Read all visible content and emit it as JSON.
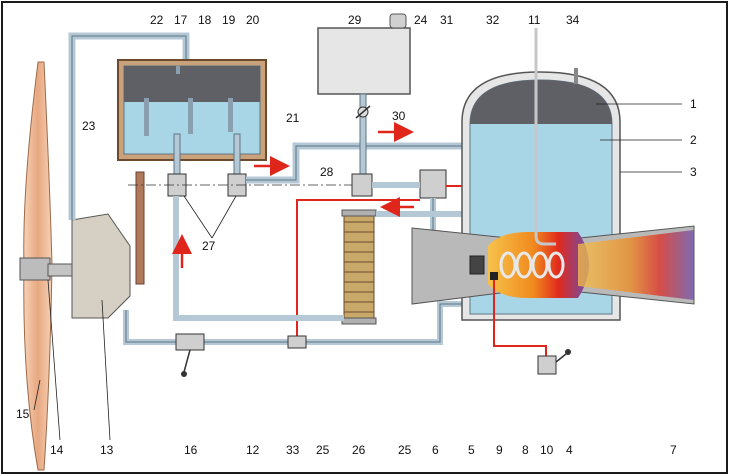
{
  "colors": {
    "background": "#ffffff",
    "frame": "#1a1a1a",
    "pipe": "#b4c8d6",
    "pipe_edge": "#5e7584",
    "water": "#a9d6e6",
    "tank_body": "#e6e6e6",
    "air_space": "#6b6b72",
    "propeller": "#f2c4a4",
    "heat_arrow": "#e0251b",
    "flame_hot": "#f4a020",
    "flame_red": "#e12a1e",
    "flame_purple": "#6a4fb0",
    "nozzle": "#b9b9b9",
    "heater_coil": "#c9a96a"
  },
  "labels": {
    "l1": "1",
    "l2": "2",
    "l3": "3",
    "l4": "4",
    "l5": "5",
    "l6": "6",
    "l7": "7",
    "l8": "8",
    "l9": "9",
    "l10": "10",
    "l11": "11",
    "l12": "12",
    "l13": "13",
    "l14": "14",
    "l15": "15",
    "l16": "16",
    "l17": "17",
    "l18": "18",
    "l19": "19",
    "l20": "20",
    "l21": "21",
    "l22": "22",
    "l23": "23",
    "l24": "24",
    "l25a": "25",
    "l25b": "25",
    "l26": "26",
    "l27": "27",
    "l28": "28",
    "l29": "29",
    "l30": "30",
    "l31": "31",
    "l32": "32",
    "l33": "33",
    "l34": "34"
  }
}
